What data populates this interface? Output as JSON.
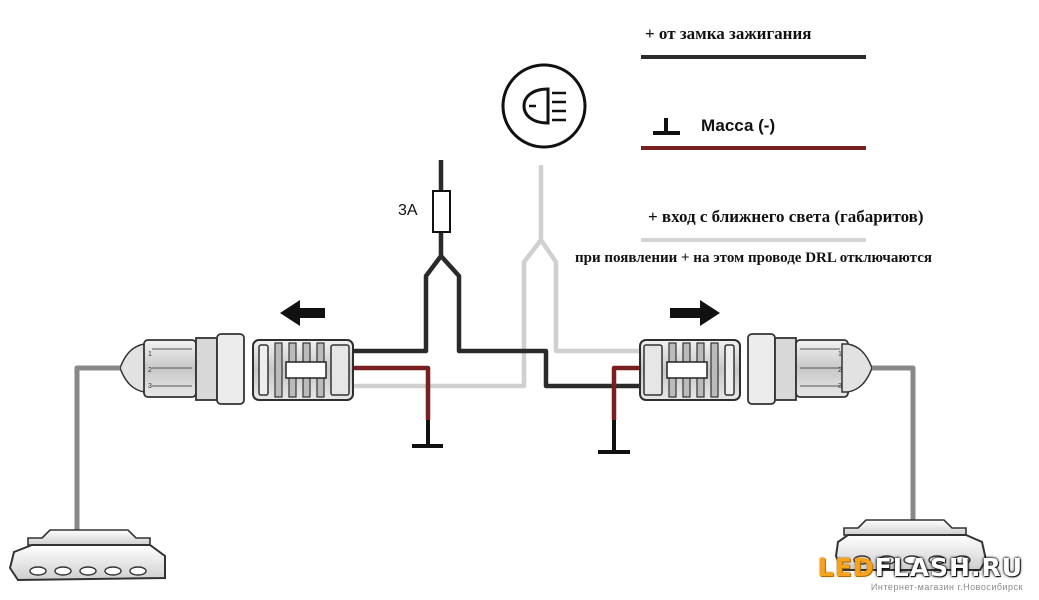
{
  "legend": {
    "ignition_label": "+ от замка зажигания",
    "ignition_color": "#2a2a2a",
    "ground_label": "Масса (-)",
    "ground_color": "#7a1f1f",
    "lowbeam_label": "+ вход с ближнего света (габаритов)",
    "lowbeam_color": "#d4d4d4",
    "note": "при появлении + на этом проводе DRL отключаются"
  },
  "fuse_label": "3A",
  "headlight_icon": "low-beam-headlight-icon",
  "connector_pins": [
    "1",
    "2",
    "3"
  ],
  "logo": {
    "led": "LED",
    "flash": "FLASH.RU",
    "subtitle": "Интернет-магазин   г.Новосибирск"
  }
}
